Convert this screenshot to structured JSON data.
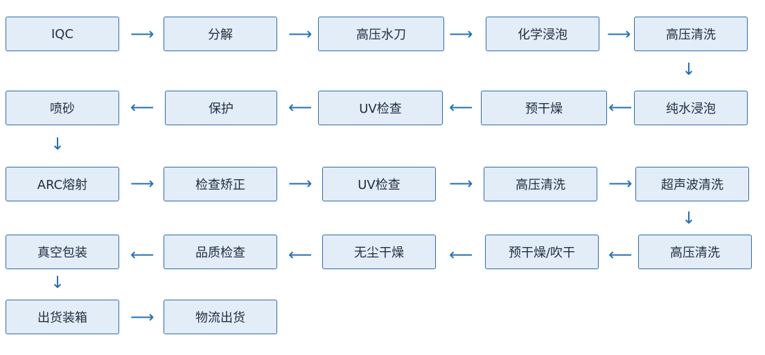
{
  "colors": {
    "box_fill": "#e2edf8",
    "box_border": "#2e6aa6",
    "arrow": "#1f6fb5",
    "text": "#1f2d3d"
  },
  "steps": {
    "r1": [
      "IQC",
      "分解",
      "高压水刀",
      "化学浸泡",
      "高压清洗"
    ],
    "r2": [
      "喷砂",
      "保护",
      "UV检查",
      "预干燥",
      "纯水浸泡"
    ],
    "r3": [
      "ARC熔射",
      "检查矫正",
      "UV检查",
      "高压清洗",
      "超声波清洗"
    ],
    "r4": [
      "真空包装",
      "品质检查",
      "无尘干燥",
      "预干燥/吹干",
      "高压清洗"
    ],
    "r5": [
      "出货装箱",
      "物流出货"
    ]
  },
  "arrow_icons": {
    "right": "⟶",
    "left": "⟵",
    "down": "↓"
  }
}
